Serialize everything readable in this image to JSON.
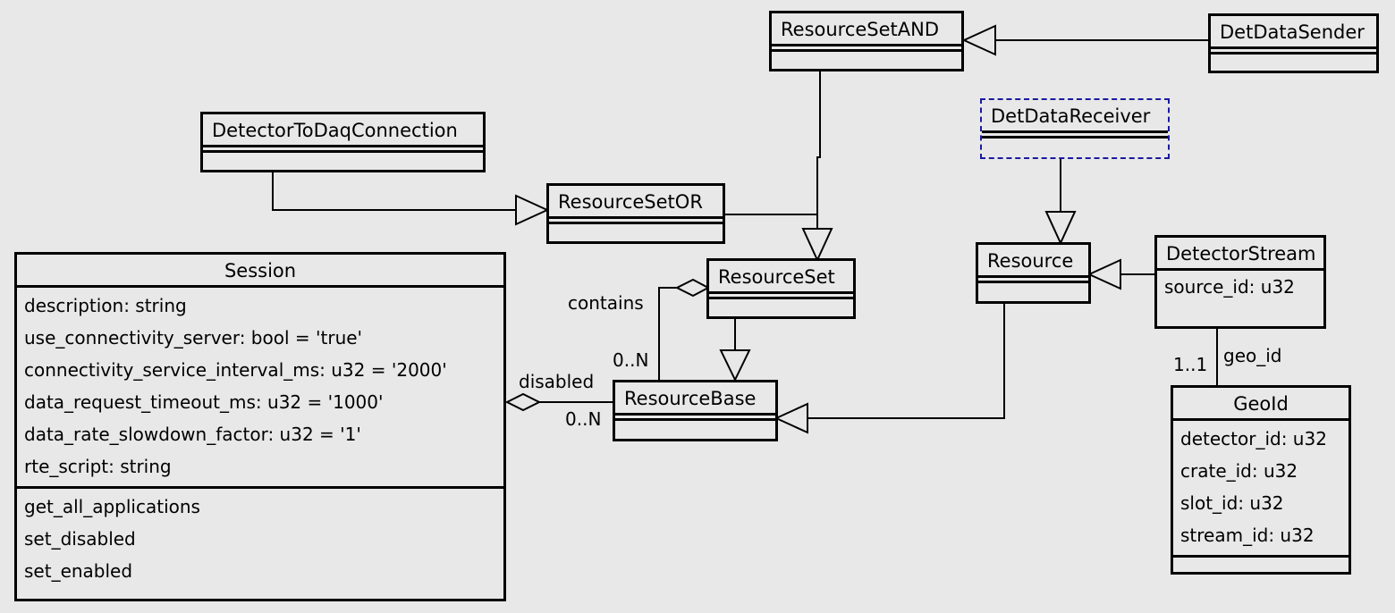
{
  "classes": {
    "resource_set_and": {
      "name": "ResourceSetAND"
    },
    "det_data_sender": {
      "name": "DetDataSender"
    },
    "detector_to_daq_connection": {
      "name": "DetectorToDaqConnection"
    },
    "det_data_receiver": {
      "name": "DetDataReceiver"
    },
    "resource_set_or": {
      "name": "ResourceSetOR"
    },
    "resource_set": {
      "name": "ResourceSet"
    },
    "resource": {
      "name": "Resource"
    },
    "detector_stream": {
      "name": "DetectorStream",
      "attributes": [
        "source_id: u32"
      ]
    },
    "resource_base": {
      "name": "ResourceBase"
    },
    "geo_id": {
      "name": "GeoId",
      "attributes": [
        "detector_id: u32",
        "crate_id: u32",
        "slot_id: u32",
        "stream_id: u32"
      ]
    },
    "session": {
      "name": "Session",
      "attributes": [
        "description: string",
        "use_connectivity_server: bool = 'true'",
        "connectivity_service_interval_ms: u32 = '2000'",
        "data_request_timeout_ms: u32 = '1000'",
        "data_rate_slowdown_factor: u32 = '1'",
        "rte_script: string"
      ],
      "methods": [
        "get_all_applications",
        "set_disabled",
        "set_enabled"
      ]
    }
  },
  "labels": {
    "contains": "contains",
    "contains_mult": "0..N",
    "disabled": "disabled",
    "disabled_mult": "0..N",
    "geo_id_role": "geo_id",
    "geo_id_mult": "1..1"
  },
  "colors": {
    "background": "#e8e8e8",
    "line": "#000000",
    "interface_border": "#1a1aa0"
  }
}
